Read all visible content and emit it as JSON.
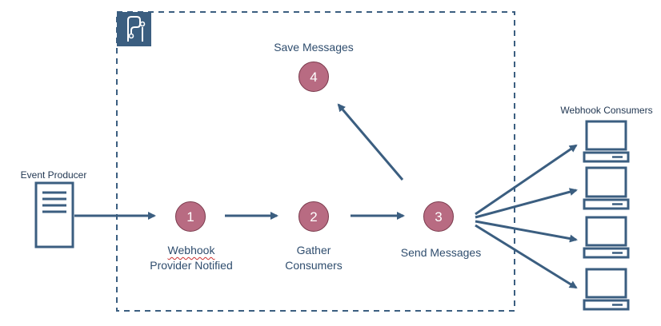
{
  "colors": {
    "line": "#3b5e80",
    "step_fill": "#b86b82",
    "logo_fill": "#3b5e80"
  },
  "boundary": {
    "logo_icon": "webhook-logo-icon"
  },
  "steps": [
    {
      "number": "1",
      "label_line1": "Webhook",
      "label_line2": "Provider Notified"
    },
    {
      "number": "2",
      "label_line1": "Gather",
      "label_line2": "Consumers"
    },
    {
      "number": "3",
      "label_line1": "Send Messages",
      "label_line2": ""
    },
    {
      "number": "4",
      "label_line1": "Save Messages",
      "label_line2": ""
    }
  ],
  "producer": {
    "label": "Event Producer",
    "icon": "server-icon"
  },
  "consumers": {
    "label": "Webhook Consumers",
    "count": 4,
    "icon": "computer-icon"
  }
}
